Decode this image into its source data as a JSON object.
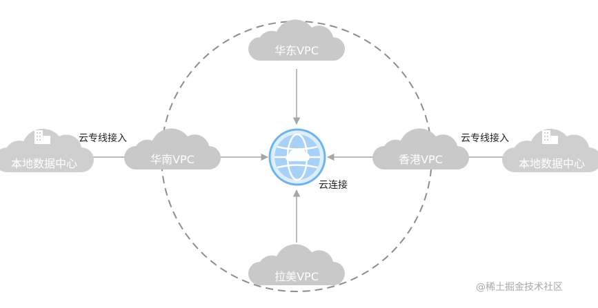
{
  "nodes": {
    "vpc_east": "华东VPC",
    "vpc_south": "华南VPC",
    "vpc_hk": "香港VPC",
    "vpc_latam": "拉美VPC",
    "dc_left": "本地数据中心",
    "dc_right": "本地数据中心"
  },
  "hub": {
    "label": "云连接"
  },
  "links": {
    "direct_left": "云专线接入",
    "direct_right": "云专线接入"
  },
  "watermark": "@稀土掘金技术社区",
  "colors": {
    "cloud_vpc": "#c9c9c9",
    "cloud_dc": "#cfcfcf",
    "dashed_ring": "#8c8c8c",
    "arrow": "#a6a6a6",
    "hub_fill": "#a8d1f7",
    "hub_ring": "#6fb3ee",
    "hub_globe": "#ffffff"
  }
}
